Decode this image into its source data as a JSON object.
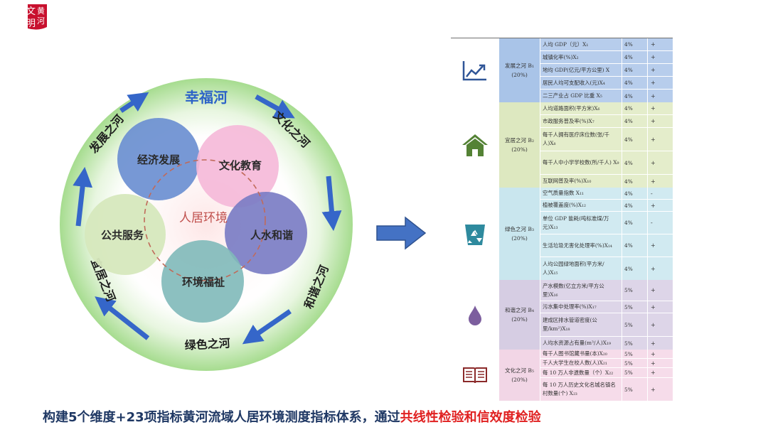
{
  "logo": {
    "chars": [
      "文",
      "明",
      "黄",
      "河"
    ],
    "color": "#c8102e"
  },
  "diagram": {
    "title": "幸福河",
    "center": "人居环境",
    "ring_labels": [
      "文化之河",
      "和谐之河",
      "绿色之河",
      "宜居之河",
      "发展之河"
    ],
    "circles": [
      {
        "label": "经济发展",
        "color": "#6b8fd1"
      },
      {
        "label": "文化教育",
        "color": "#f5b8d8"
      },
      {
        "label": "人水和谐",
        "color": "#7b7dc4"
      },
      {
        "label": "环境福祉",
        "color": "#7fb9b9"
      },
      {
        "label": "公共服务",
        "color": "#d6e8bd"
      }
    ],
    "colors": {
      "ring": "#b6e3a3",
      "inner": "#ffffff",
      "arrow": "#3566c9"
    }
  },
  "table": {
    "sections": [
      {
        "icon": "line-chart-icon",
        "name": "发展之河 B₁",
        "weight": "(20%)",
        "bg": "#a9c4e8",
        "rows": [
          {
            "name": "人均 GDP（元）X₁",
            "w": "4%",
            "s": "+"
          },
          {
            "name": "城镇化率(%)X₂",
            "w": "4%",
            "s": "+"
          },
          {
            "name": "地均 GDP(亿元/平方公里) X",
            "w": "4%",
            "s": "+"
          },
          {
            "name": "居民人均可支配收入(元)X₄",
            "w": "4%",
            "s": "+"
          },
          {
            "name": "二三产业占 GDP 比重 X₅",
            "w": "4%",
            "s": "+"
          }
        ]
      },
      {
        "icon": "house-icon",
        "name": "宜居之河 B₂",
        "weight": "(20%)",
        "bg": "#dde8c0",
        "rows": [
          {
            "name": "人均道路面积(平方米)X₆",
            "w": "4%",
            "s": "+"
          },
          {
            "name": "市政服务普及率(%)X₇",
            "w": "4%",
            "s": "+"
          },
          {
            "name": "每千人拥有医疗床位数(张/千人)X₈",
            "w": "4%",
            "s": "+"
          },
          {
            "name": "每千人中小学学校数(所/千人) X₉",
            "w": "4%",
            "s": "+"
          },
          {
            "name": "互联网普及率(%)X₁₀",
            "w": "4%",
            "s": "+"
          }
        ]
      },
      {
        "icon": "recycle-bin-icon",
        "name": "绿色之河 B₃",
        "weight": "(20%)",
        "bg": "#c9e6ee",
        "rows": [
          {
            "name": "空气质量指数 X₁₁",
            "w": "4%",
            "s": "-"
          },
          {
            "name": "植被覆盖度(%)X₁₂",
            "w": "4%",
            "s": "+"
          },
          {
            "name": "单位 GDP 能耗(吨标准煤/万元)X₁₃",
            "w": "4%",
            "s": "-"
          },
          {
            "name": "生活垃圾无害化处理率(%)X₁₄",
            "w": "4%",
            "s": "+"
          },
          {
            "name": "人均公园绿地面积(平方米/人)X₁₅",
            "w": "4%",
            "s": "+"
          }
        ]
      },
      {
        "icon": "water-drop-icon",
        "name": "和谐之河 B₄",
        "weight": "(20%)",
        "bg": "#d6cde3",
        "rows": [
          {
            "name": "产水模数(亿立方米/平方公里)X₁₆",
            "w": "5%",
            "s": "+"
          },
          {
            "name": "污水集中处理率(%)X₁₇",
            "w": "5%",
            "s": "+"
          },
          {
            "name": "建成区排水管道密度(公里/km²)X₁₈",
            "w": "5%",
            "s": "+"
          },
          {
            "name": "人均水资源占有量(m³/人)X₁₉",
            "w": "5%",
            "s": "+"
          }
        ]
      },
      {
        "icon": "book-icon",
        "name": "文化之河 B₅",
        "weight": "(20%)",
        "bg": "#f2d6e6",
        "rows": [
          {
            "name": "每千人图书馆藏书量(本)X₂₀",
            "w": "5%",
            "s": "+"
          },
          {
            "name": "千人大学生在校人数(人)X₂₁",
            "w": "5%",
            "s": "+"
          },
          {
            "name": "每 10 万人非遗数量（个）X₂₂",
            "w": "5%",
            "s": "+"
          },
          {
            "name": "每 10 万人历史文化名城名镇名村数量(个) X₂₃",
            "w": "5%",
            "s": "+"
          }
        ]
      }
    ]
  },
  "caption": {
    "main": "构建5个维度+23项指标黄河流域人居环境测度指标体系，通过",
    "highlight": "共线性检验和信效度检验"
  }
}
